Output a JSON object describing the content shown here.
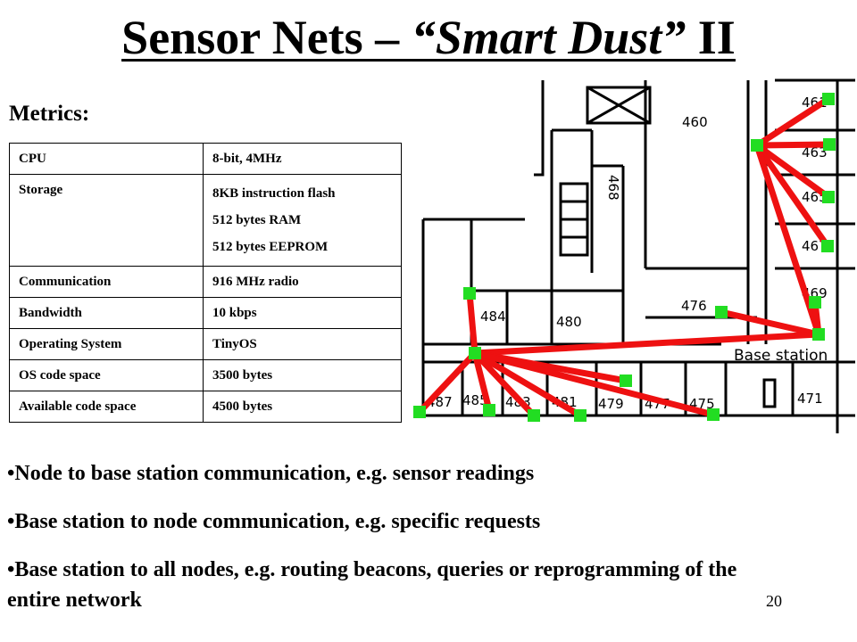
{
  "title": {
    "part1": "Sensor Nets – ",
    "part2": "“Smart Dust”",
    "part3": " II"
  },
  "metrics_label": "Metrics:",
  "spec_table": [
    {
      "key": "CPU",
      "values": [
        "8-bit, 4MHz"
      ]
    },
    {
      "key": "Storage",
      "values": [
        "8KB instruction flash",
        "512 bytes RAM",
        "512 bytes EEPROM"
      ]
    },
    {
      "key": "Communication",
      "values": [
        "916 MHz radio"
      ]
    },
    {
      "key": "Bandwidth",
      "values": [
        "10 kbps"
      ]
    },
    {
      "key": "Operating System",
      "values": [
        "TinyOS"
      ]
    },
    {
      "key": "OS code space",
      "values": [
        "3500 bytes"
      ]
    },
    {
      "key": "Available code space",
      "values": [
        "4500 bytes"
      ]
    }
  ],
  "floorplan": {
    "base_station_label": "Base station",
    "room_labels": [
      "460",
      "461",
      "463",
      "465",
      "467",
      "468",
      "469",
      "476",
      "484",
      "480",
      "471",
      "475",
      "479",
      "477",
      "481",
      "483",
      "485",
      "487"
    ],
    "colors": {
      "node": "#22dd22",
      "link": "#ee1111",
      "wall": "#000000"
    }
  },
  "bullets": [
    "Node to base station communication, e.g. sensor readings",
    "Base station to node communication, e.g. specific requests",
    "Base station to all nodes, e.g. routing beacons, queries or reprogramming of the entire network"
  ],
  "page_number": "20"
}
